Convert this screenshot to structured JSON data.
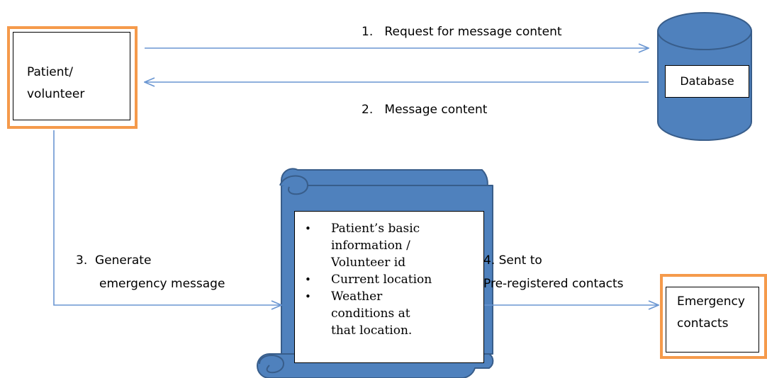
{
  "colors": {
    "arrow": "#6a96d2",
    "cylinder_fill": "#4f81bd",
    "cylinder_stroke": "#385d8a",
    "scroll_fill": "#4f81bd",
    "scroll_stroke": "#385d8a",
    "frame_orange": "#f59a4b"
  },
  "nodes": {
    "patient": {
      "lines": [
        "Patient/",
        "volunteer"
      ]
    },
    "database": {
      "label": "Database",
      "shape": "cylinder"
    },
    "message": {
      "shape": "scroll",
      "items": [
        "Patient’s basic information / Volunteer id",
        "Current location",
        "Weather conditions at that location."
      ],
      "item_lines": [
        [
          "Patient’s basic",
          "information /",
          "Volunteer id"
        ],
        [
          "Current location"
        ],
        [
          "Weather",
          "conditions at",
          "that location."
        ]
      ]
    },
    "contacts": {
      "lines": [
        "Emergency",
        "contacts"
      ]
    }
  },
  "edges": [
    {
      "from": "patient",
      "to": "database",
      "label": "1.   Request for message content"
    },
    {
      "from": "database",
      "to": "patient",
      "label": "2.   Message content"
    },
    {
      "from": "patient",
      "to": "message",
      "label_lines": [
        "3.  Generate",
        "emergency message"
      ]
    },
    {
      "from": "message",
      "to": "contacts",
      "label_lines": [
        "4. Sent to",
        "Pre-registered contacts"
      ]
    }
  ]
}
